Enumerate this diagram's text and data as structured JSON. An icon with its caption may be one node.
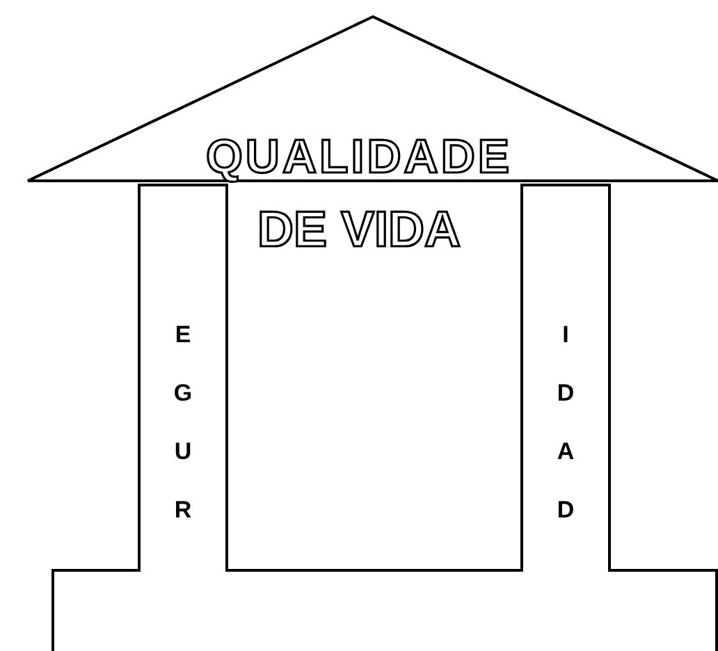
{
  "diagram": {
    "nodes": [
      {
        "text": [
          "QUALIDADE",
          "DE VIDA"
        ]
      },
      {
        "text": [
          "E G U R"
        ]
      },
      {
        "text": [
          "I D A D"
        ]
      },
      {
        "text": [],
        "shape": "box"
      }
    ]
  }
}
